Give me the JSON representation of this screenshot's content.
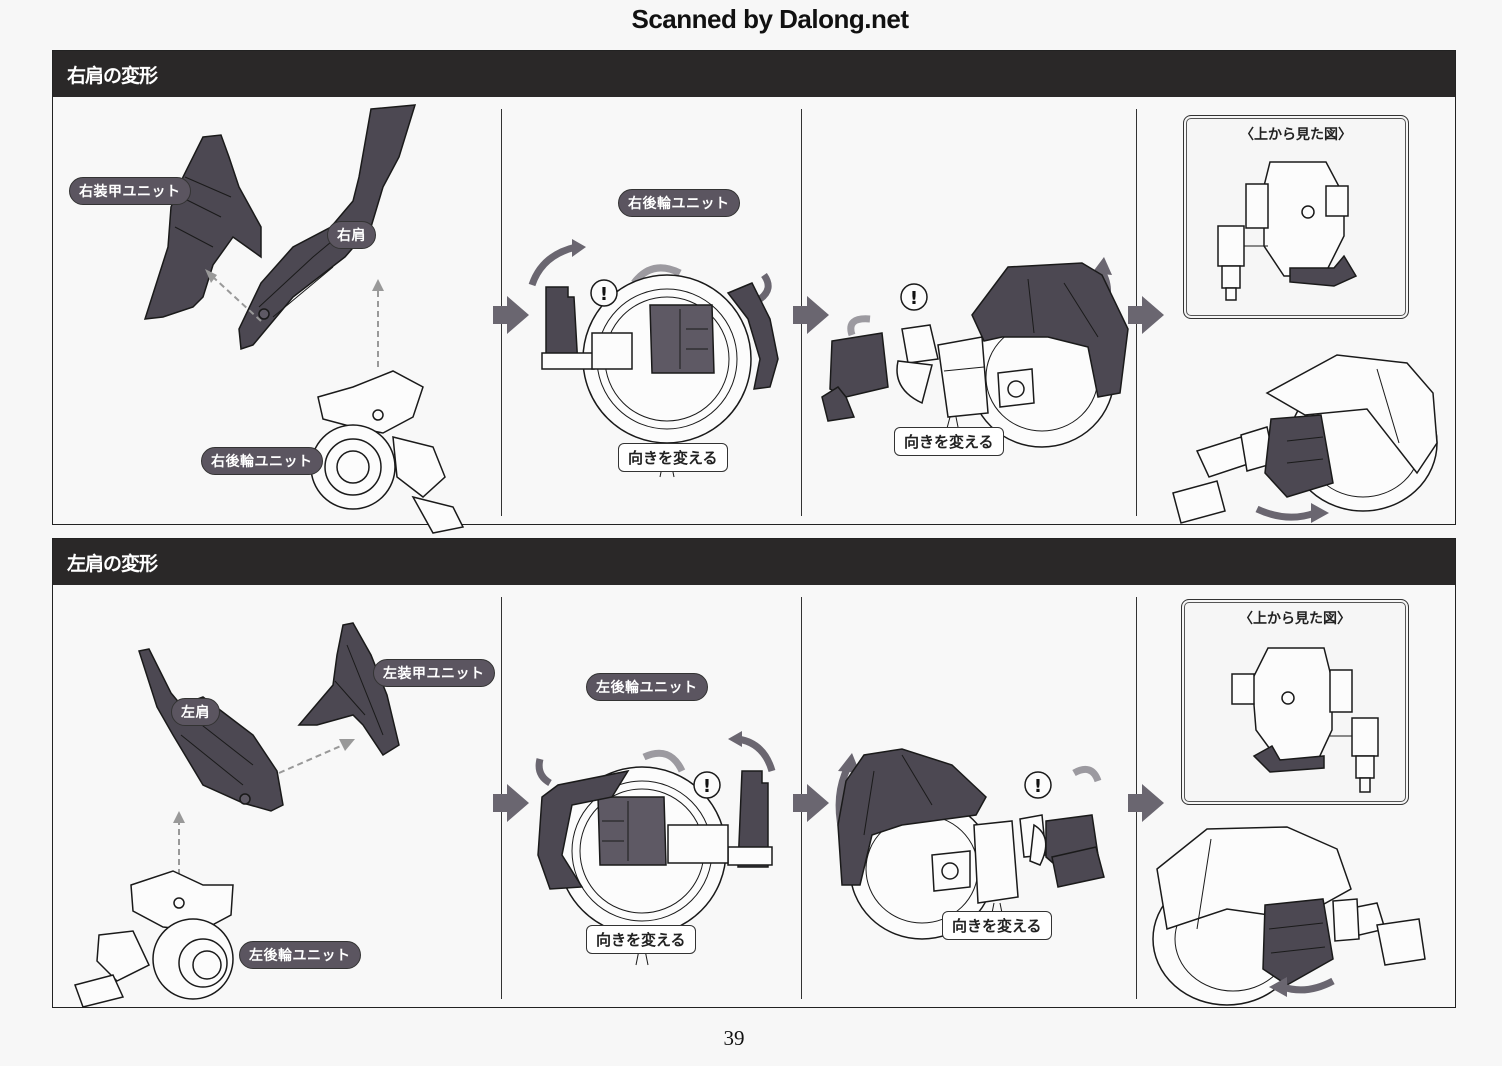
{
  "scan_credit": "Scanned by Dalong.net",
  "page_number": "39",
  "sections": [
    {
      "title": "右肩の変形",
      "step1": {
        "labels": {
          "armor_unit": "右装甲ユニット",
          "shoulder": "右肩",
          "wheel_unit": "右後輪ユニット"
        }
      },
      "step2": {
        "label": "右後輪ユニット",
        "callout": "向きを変える",
        "warning": "!"
      },
      "step3": {
        "callout": "向きを変える",
        "warning": "!"
      },
      "step4": {
        "inset_title": "〈上から見た図〉"
      }
    },
    {
      "title": "左肩の変形",
      "step1": {
        "labels": {
          "armor_unit": "左装甲ユニット",
          "shoulder": "左肩",
          "wheel_unit": "左後輪ユニット"
        }
      },
      "step2": {
        "label": "左後輪ユニット",
        "callout": "向きを変える",
        "warning": "!"
      },
      "step3": {
        "callout": "向きを変える",
        "warning": "!"
      },
      "step4": {
        "inset_title": "〈上から見た図〉"
      }
    }
  ],
  "colors": {
    "header_bg": "#2a2828",
    "part_dark": "#4c4852",
    "arrow": "#6a6670",
    "page_bg": "#f7f7f7"
  },
  "icons": {
    "step_arrow": "right-arrow-icon",
    "rotate_arrow": "rotate-arrow-icon",
    "warning": "exclamation-icon"
  }
}
